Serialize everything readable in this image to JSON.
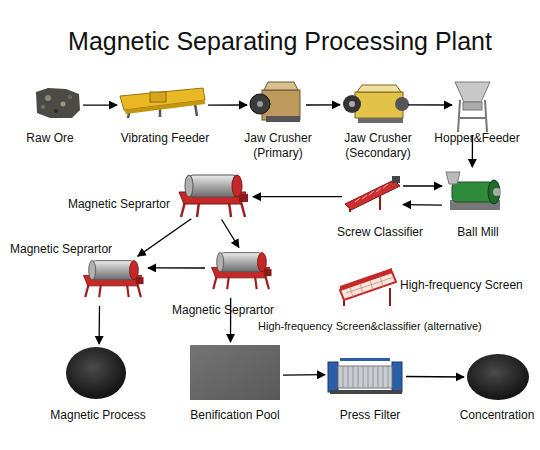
{
  "diagram": {
    "title": "Magnetic Separating Processing Plant",
    "nodes": [
      {
        "text": [
          "Raw Ore"
        ]
      },
      {
        "text": [
          "Vibrating Feeder"
        ]
      },
      {
        "text": [
          "Jaw Crusher (Primary)"
        ]
      },
      {
        "text": [
          "Jaw Crusher (Secondary)"
        ]
      },
      {
        "text": [
          "Hopper&Feeder"
        ]
      },
      {
        "text": [
          "Magnetic Seprartor"
        ]
      },
      {
        "text": [
          "Screw Classifier"
        ]
      },
      {
        "text": [
          "Ball Mill"
        ]
      },
      {
        "text": [
          "Magnetic Seprartor"
        ]
      },
      {
        "text": [
          "Magnetic Seprartor"
        ]
      },
      {
        "text": [
          "High-frequency Screen"
        ]
      },
      {
        "text": [
          "Magnetic Process"
        ]
      },
      {
        "text": [
          "Benification Pool"
        ]
      },
      {
        "text": [
          "Press Filter"
        ]
      },
      {
        "text": [
          "Concentration"
        ]
      }
    ],
    "edges": [
      {
        "from": 0,
        "to": 1,
        "arrow": "to"
      },
      {
        "from": 1,
        "to": 2,
        "arrow": "to"
      },
      {
        "from": 2,
        "to": 3,
        "arrow": "to"
      },
      {
        "from": 3,
        "to": 4,
        "arrow": "to"
      },
      {
        "from": 4,
        "to": 7,
        "arrow": "to"
      },
      {
        "from": 7,
        "to": 6,
        "arrow": "to"
      },
      {
        "from": 6,
        "to": 7,
        "arrow": "to"
      },
      {
        "from": 6,
        "to": 5,
        "arrow": "to"
      },
      {
        "from": 5,
        "to": 8,
        "arrow": "to"
      },
      {
        "from": 5,
        "to": 9,
        "arrow": "to"
      },
      {
        "from": 9,
        "to": 8,
        "arrow": "to"
      },
      {
        "from": 8,
        "to": 11,
        "arrow": "to"
      },
      {
        "from": 9,
        "to": 12,
        "arrow": "to"
      },
      {
        "from": 12,
        "to": 13,
        "arrow": "to"
      },
      {
        "from": 13,
        "to": 14,
        "arrow": "to"
      }
    ],
    "labels": [
      "High-frequency Screen&classifier (alternative)"
    ]
  }
}
